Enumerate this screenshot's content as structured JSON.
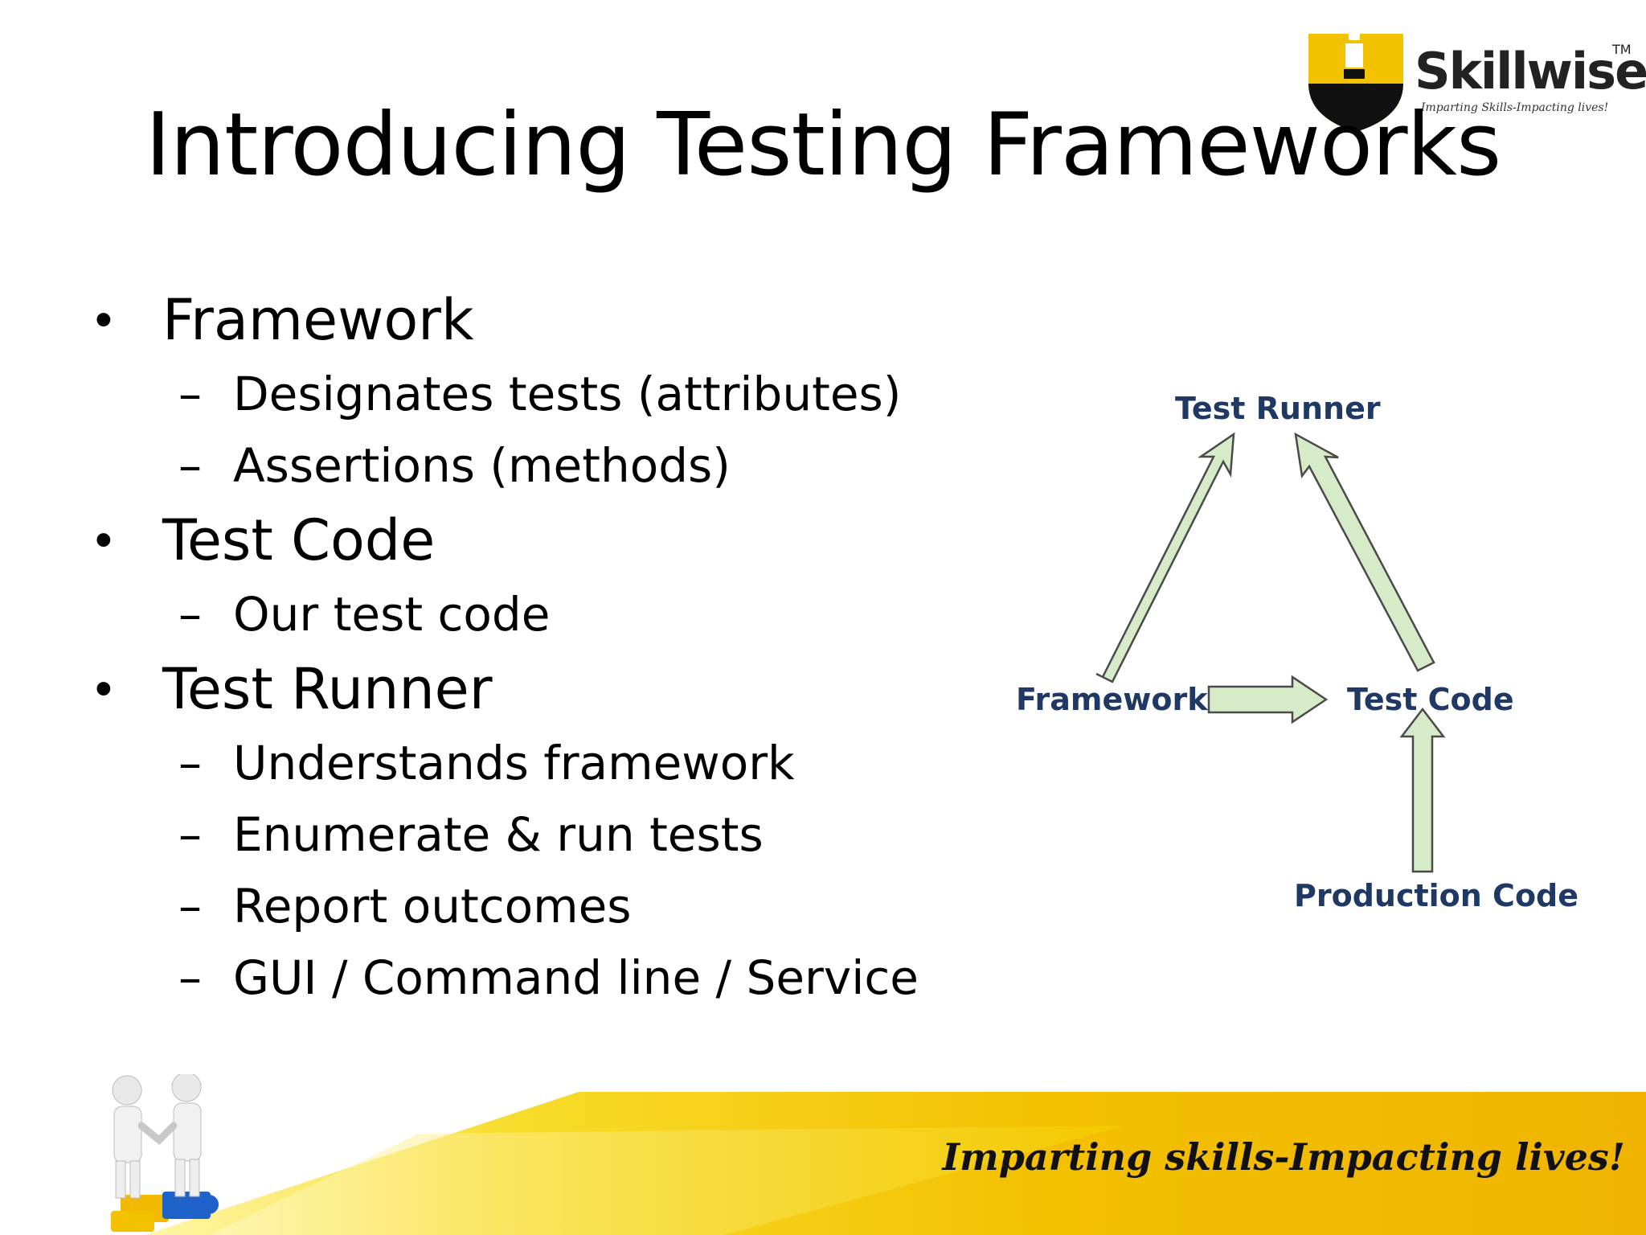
{
  "logo": {
    "name": "Skillwise",
    "trademark": "TM",
    "tagline": "Imparting Skills-Impacting lives!"
  },
  "title": "Introducing Testing Frameworks",
  "bullets": [
    {
      "label": "Framework",
      "items": [
        "Designates tests (attributes)",
        "Assertions (methods)"
      ]
    },
    {
      "label": "Test Code",
      "items": [
        "Our test code"
      ]
    },
    {
      "label": "Test Runner",
      "items": [
        "Understands framework",
        "Enumerate & run tests",
        "Report outcomes",
        "GUI / Command line / Service"
      ]
    }
  ],
  "diagram": {
    "nodes": {
      "test_runner": "Test Runner",
      "framework": "Framework",
      "test_code": "Test Code",
      "production_code": "Production Code"
    },
    "arrow_fill": "#d6ecc8",
    "arrow_stroke": "#4a4a4a",
    "label_color": "#1f3864"
  },
  "footer": {
    "tagline": "Imparting skills-Impacting lives!",
    "band_color": "#f3c000"
  }
}
